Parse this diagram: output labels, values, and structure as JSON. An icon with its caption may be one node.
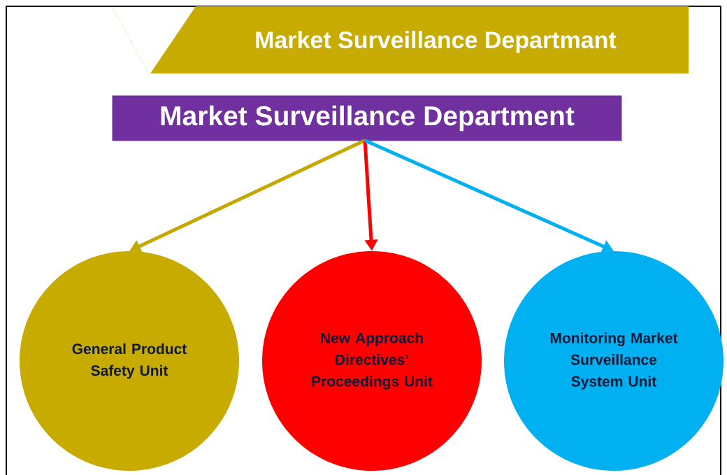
{
  "diagram": {
    "nodes": [
      {
        "text": [
          "Market Surveillance Departmant"
        ]
      },
      {
        "text": [
          "Market Surveillance Department"
        ]
      },
      {
        "text": [
          "General Product Safety Unit"
        ]
      },
      {
        "text": [
          "New Approach Directives’ Proceedings Unit"
        ]
      },
      {
        "text": [
          "Monitoring Market Surveillance System Unit"
        ]
      }
    ],
    "edges": [
      {
        "from": 1,
        "to": 2,
        "arrow": "to",
        "color": "#c4a800"
      },
      {
        "from": 1,
        "to": 3,
        "arrow": "to",
        "color": "#ff0000"
      },
      {
        "from": 1,
        "to": 4,
        "arrow": "to",
        "color": "#00b0f0"
      }
    ]
  }
}
